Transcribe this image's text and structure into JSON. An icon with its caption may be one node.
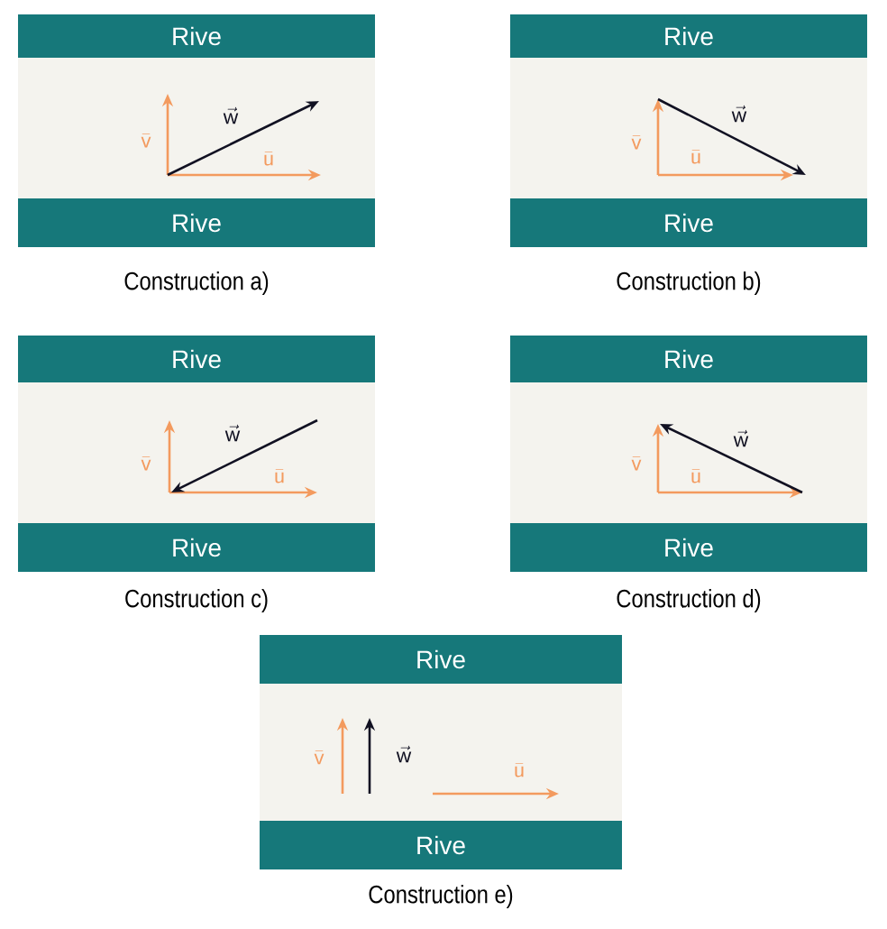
{
  "diagram": {
    "nodes": [
      {
        "text": [
          "Rive"
        ]
      },
      {
        "text": [
          "Rive"
        ]
      },
      {
        "text": [
          "Rive"
        ]
      },
      {
        "text": [
          "Rive"
        ]
      },
      {
        "text": [
          "Rive"
        ]
      },
      {
        "text": [
          "Rive"
        ]
      },
      {
        "text": [
          "Rive"
        ]
      },
      {
        "text": [
          "Rive"
        ]
      },
      {
        "text": [
          "Rive"
        ]
      },
      {
        "text": [
          "Rive"
        ]
      }
    ],
    "labels": [
      "\\vec{\\mathsf{w}}",
      "\\bar{\\mathsf{v}}",
      "\\bar{\\mathsf{u}}",
      "Construction a)",
      "\\vec{\\mathsf{w}}",
      "\\bar{\\mathsf{v}}",
      "\\bar{\\mathsf{u}}",
      "Construction b)",
      "\\vec{\\mathsf{w}}",
      "\\bar{\\mathsf{v}}",
      "\\bar{\\mathsf{u}}",
      "Construction c)",
      "\\vec{\\mathsf{w}}",
      "\\bar{\\mathsf{v}}",
      "\\bar{\\mathsf{u}}",
      "Construction d)",
      "\\bar{\\mathsf{v}}",
      "\\vec{\\mathsf{w}}",
      "\\bar{\\mathsf{u}}",
      "Construction e)"
    ]
  }
}
